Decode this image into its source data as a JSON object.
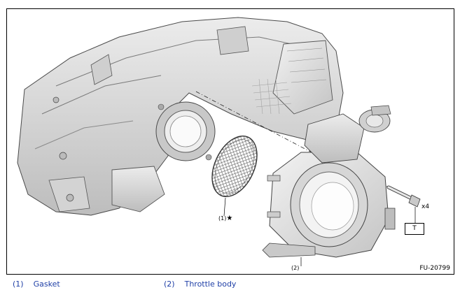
{
  "figure": {
    "id": "FU-20799",
    "callouts": {
      "gasket": "(1)",
      "gasket_mark": "★",
      "throttle_body": "(2)",
      "bolt_qty": "x4",
      "torque": "T"
    }
  },
  "legend": [
    {
      "num": "(1)",
      "label": "Gasket"
    },
    {
      "num": "(2)",
      "label": "Throttle body"
    }
  ],
  "colors": {
    "part_fill": "#d9d9d9",
    "part_shade": "#b3b3b3",
    "outline": "#4a4a4a",
    "legend_text": "#1f3fa6"
  }
}
